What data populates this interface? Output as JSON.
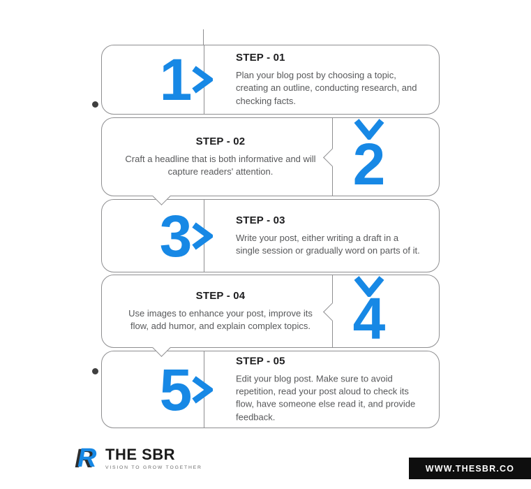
{
  "colors": {
    "accent": "#1788E5",
    "bubble_border": "#8e8e90",
    "title_text": "#1d1d1f",
    "body_text": "#57585a",
    "footer_bar": "#0e0e0e"
  },
  "steps": [
    {
      "number": "1",
      "title": "STEP - 01",
      "description": "Plan your blog post by choosing a topic, creating an outline, conducting research, and checking facts."
    },
    {
      "number": "2",
      "title": "STEP - 02",
      "description": "Craft a headline that is both informative and will capture readers' attention."
    },
    {
      "number": "3",
      "title": "STEP - 03",
      "description": "Write your post, either writing a draft in a single session or gradually word on parts of it."
    },
    {
      "number": "4",
      "title": "STEP - 04",
      "description": "Use images to enhance your post, improve its flow, add humor, and explain complex topics."
    },
    {
      "number": "5",
      "title": "STEP - 05",
      "description": "Edit your blog post. Make sure to avoid repetition, read your post aloud to check its flow, have someone else read it, and provide feedback."
    }
  ],
  "footer": {
    "logo_letter": "R",
    "brand": "THE SBR",
    "tagline": "VISION TO GROW TOGETHER",
    "website": "WWW.THESBR.CO"
  }
}
